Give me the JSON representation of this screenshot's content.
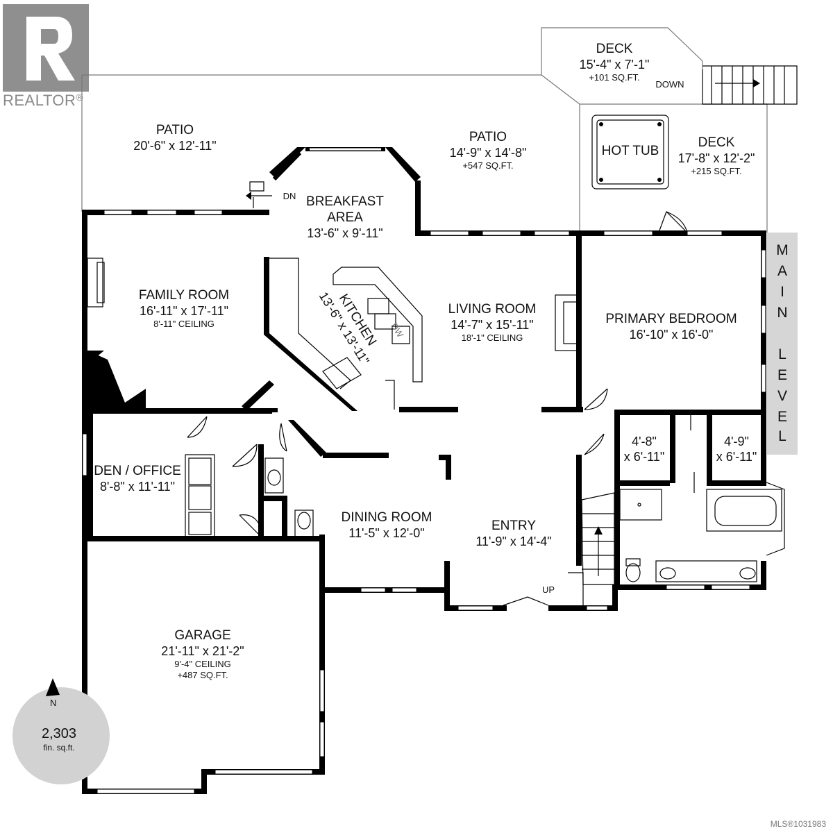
{
  "logo": {
    "text": "REALTOR",
    "symbol": "R",
    "registered": "®"
  },
  "level": {
    "letters": [
      "M",
      "A",
      "I",
      "N",
      "",
      "L",
      "E",
      "V",
      "E",
      "L"
    ]
  },
  "rooms": {
    "deck_top": {
      "name": "DECK",
      "dim": "15'-4\" x 7'-1\"",
      "area": "+101 SQ.FT."
    },
    "down": "DOWN",
    "deck_right": {
      "name": "DECK",
      "dim": "17'-8\" x 12'-2\"",
      "area": "+215 SQ.FT."
    },
    "hot_tub": "HOT TUB",
    "patio_left": {
      "name": "PATIO",
      "dim": "20'-6\" x 12'-11\""
    },
    "patio_mid": {
      "name": "PATIO",
      "dim": "14'-9\" x 14'-8\"",
      "area": "+547 SQ.FT."
    },
    "dn": "DN",
    "breakfast": {
      "name1": "BREAKFAST",
      "name2": "AREA",
      "dim": "13'-6\" x 9'-11\""
    },
    "family": {
      "name": "FAMILY ROOM",
      "dim": "16'-11\" x 17'-11\"",
      "ceiling": "8'-11\" CEILING"
    },
    "kitchen": {
      "name": "KITCHEN",
      "dim": "13'-6\" x 13'-11\"",
      "dw": "DW"
    },
    "living": {
      "name": "LIVING ROOM",
      "dim": "14'-7\" x 15'-11\"",
      "ceiling": "18'-1\" CEILING"
    },
    "primary": {
      "name": "PRIMARY BEDROOM",
      "dim": "16'-10\" x 16'-0\""
    },
    "closet_a": {
      "w": "4'-8\"",
      "h": "x 6'-11\""
    },
    "closet_b": {
      "w": "4'-9\"",
      "h": "x 6'-11\""
    },
    "den": {
      "name": "DEN / OFFICE",
      "dim": "8'-8\" x 11'-11\""
    },
    "dining": {
      "name": "DINING ROOM",
      "dim": "11'-5\" x 12'-0\""
    },
    "entry": {
      "name": "ENTRY",
      "dim": "11'-9\" x 14'-4\""
    },
    "up": "UP",
    "garage": {
      "name": "GARAGE",
      "dim": "21'-11\" x 21'-2\"",
      "ceiling": "9'-4\" CEILING",
      "area": "+487 SQ.FT."
    }
  },
  "summary": {
    "total": "2,303",
    "unit": "fin. sq.ft.",
    "north": "N"
  },
  "mls": "MLS®1031983"
}
